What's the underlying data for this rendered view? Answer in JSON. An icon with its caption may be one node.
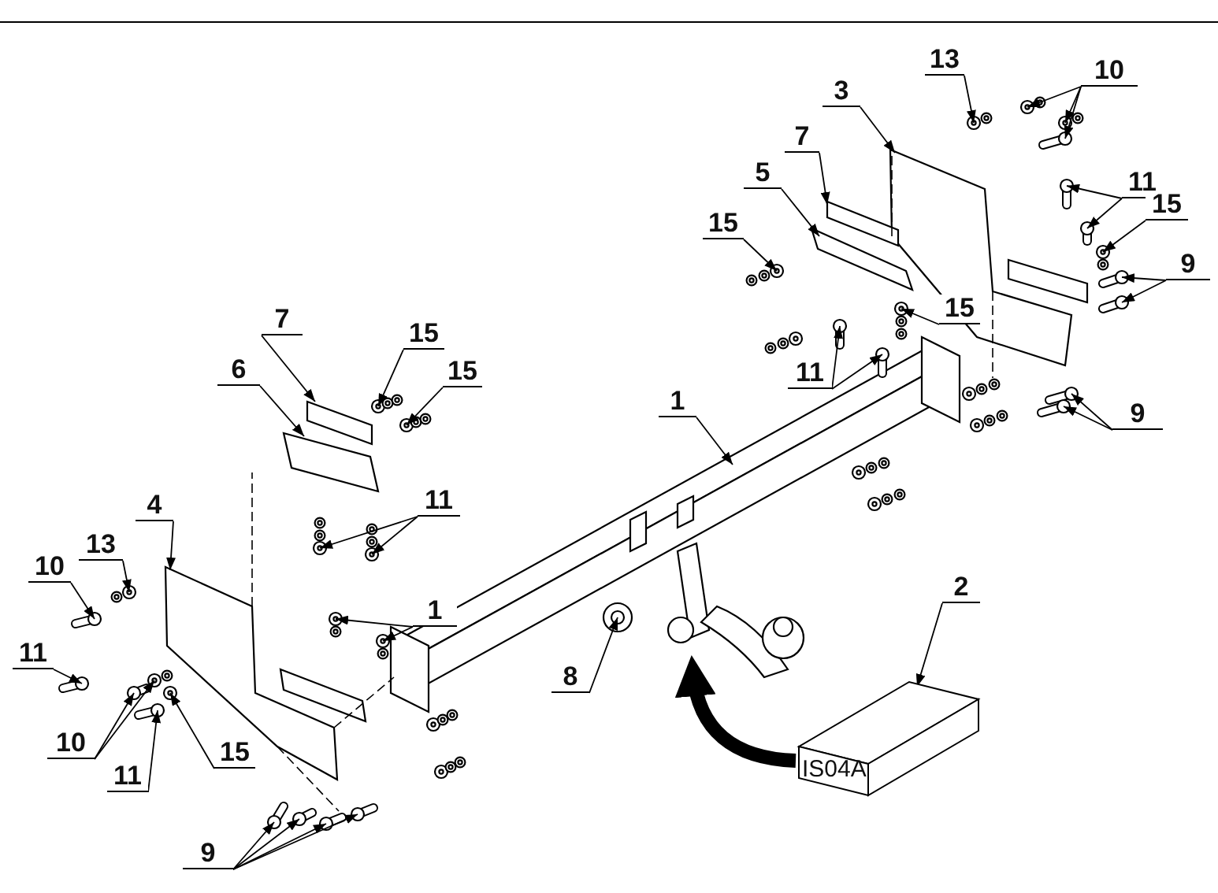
{
  "diagram": {
    "nodes": [
      {
        "text": [
          "7"
        ]
      },
      {
        "text": [
          "15"
        ]
      },
      {
        "text": [
          "15"
        ]
      },
      {
        "text": [
          "6"
        ]
      },
      {
        "text": [
          "11"
        ]
      },
      {
        "text": [
          "4"
        ]
      },
      {
        "text": [
          "13"
        ]
      },
      {
        "text": [
          "10"
        ]
      },
      {
        "text": [
          "1"
        ]
      },
      {
        "text": [
          "11"
        ]
      },
      {
        "text": [
          "10"
        ]
      },
      {
        "text": [
          "15"
        ]
      },
      {
        "text": [
          "11"
        ]
      },
      {
        "text": [
          "9"
        ]
      },
      {
        "text": [
          "1"
        ]
      },
      {
        "text": [
          "8"
        ]
      },
      {
        "text": [
          "2"
        ]
      },
      {
        "text": [
          "IS04A"
        ]
      },
      {
        "text": [
          "13"
        ]
      },
      {
        "text": [
          "10"
        ]
      },
      {
        "text": [
          "3"
        ]
      },
      {
        "text": [
          "7"
        ]
      },
      {
        "text": [
          "11"
        ]
      },
      {
        "text": [
          "5"
        ]
      },
      {
        "text": [
          "15"
        ]
      },
      {
        "text": [
          "15"
        ]
      },
      {
        "text": [
          "9"
        ]
      },
      {
        "text": [
          "15"
        ]
      },
      {
        "text": [
          "11"
        ]
      },
      {
        "text": [
          "9"
        ]
      }
    ],
    "edges": [
      {
        "from": 0,
        "to": null,
        "arrow": "to"
      },
      {
        "from": 1,
        "to": null,
        "arrow": "to"
      },
      {
        "from": 2,
        "to": null,
        "arrow": "to"
      },
      {
        "from": 3,
        "to": null,
        "arrow": "to"
      },
      {
        "from": 4,
        "to": null,
        "arrow": "to"
      },
      {
        "from": 4,
        "to": null,
        "arrow": "to"
      },
      {
        "from": 5,
        "to": null,
        "arrow": "to"
      },
      {
        "from": 6,
        "to": null,
        "arrow": "to"
      },
      {
        "from": 7,
        "to": null,
        "arrow": "to"
      },
      {
        "from": 8,
        "to": null,
        "arrow": "to"
      },
      {
        "from": 8,
        "to": null,
        "arrow": "to"
      },
      {
        "from": 9,
        "to": null,
        "arrow": "to"
      },
      {
        "from": 10,
        "to": null,
        "arrow": "to"
      },
      {
        "from": 10,
        "to": null,
        "arrow": "to"
      },
      {
        "from": 11,
        "to": null,
        "arrow": "to"
      },
      {
        "from": 12,
        "to": null,
        "arrow": "to"
      },
      {
        "from": 13,
        "to": null,
        "arrow": "to"
      },
      {
        "from": 13,
        "to": null,
        "arrow": "to"
      },
      {
        "from": 13,
        "to": null,
        "arrow": "to"
      },
      {
        "from": 13,
        "to": null,
        "arrow": "to"
      },
      {
        "from": 14,
        "to": null,
        "arrow": "to"
      },
      {
        "from": 15,
        "to": null,
        "arrow": "to"
      },
      {
        "from": 16,
        "to": 17,
        "arrow": "to"
      },
      {
        "from": 17,
        "to": null,
        "arrow": "to",
        "style": "thick"
      },
      {
        "from": 18,
        "to": null,
        "arrow": "to"
      },
      {
        "from": 19,
        "to": null,
        "arrow": "to"
      },
      {
        "from": 19,
        "to": null,
        "arrow": "to"
      },
      {
        "from": 19,
        "to": null,
        "arrow": "to"
      },
      {
        "from": 20,
        "to": null,
        "arrow": "to"
      },
      {
        "from": 21,
        "to": null,
        "arrow": "to"
      },
      {
        "from": 22,
        "to": null,
        "arrow": "to"
      },
      {
        "from": 22,
        "to": null,
        "arrow": "to"
      },
      {
        "from": 23,
        "to": null,
        "arrow": "to"
      },
      {
        "from": 24,
        "to": null,
        "arrow": "to"
      },
      {
        "from": 25,
        "to": null,
        "arrow": "to"
      },
      {
        "from": 26,
        "to": null,
        "arrow": "to"
      },
      {
        "from": 26,
        "to": null,
        "arrow": "to"
      },
      {
        "from": 27,
        "to": null,
        "arrow": "to"
      },
      {
        "from": 28,
        "to": null,
        "arrow": "to"
      },
      {
        "from": 28,
        "to": null,
        "arrow": "to"
      },
      {
        "from": 29,
        "to": null,
        "arrow": "to"
      },
      {
        "from": 29,
        "to": null,
        "arrow": "to"
      }
    ]
  }
}
